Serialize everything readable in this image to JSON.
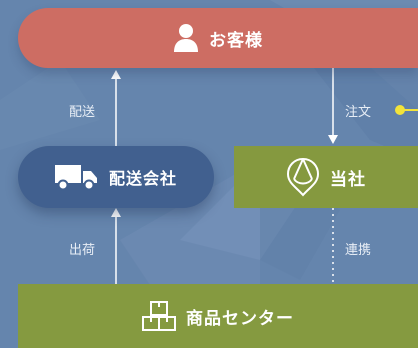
{
  "nodes": {
    "customer": "お客様",
    "delivery_company": "配送会社",
    "our_company": "当社",
    "product_center": "商品センター"
  },
  "edges": {
    "delivery": "配送",
    "order": "注文",
    "shipping": "出荷",
    "cooperation": "連携"
  },
  "colors": {
    "background": "#6585ad",
    "customer": "#cd6d63",
    "delivery_company": "#41608f",
    "our_company": "#85993f",
    "product_center": "#859a40",
    "accent": "#f2e33a"
  }
}
